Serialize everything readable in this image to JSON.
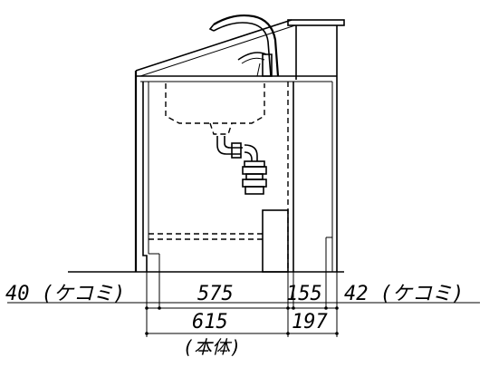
{
  "dimensions": {
    "kick_left": "40 (ケコミ)",
    "body_width": "575",
    "mid_gap": "155",
    "kick_right": "42 (ケコミ)",
    "total_body": "615",
    "side_unit": "197",
    "body_note": "(本体)"
  }
}
